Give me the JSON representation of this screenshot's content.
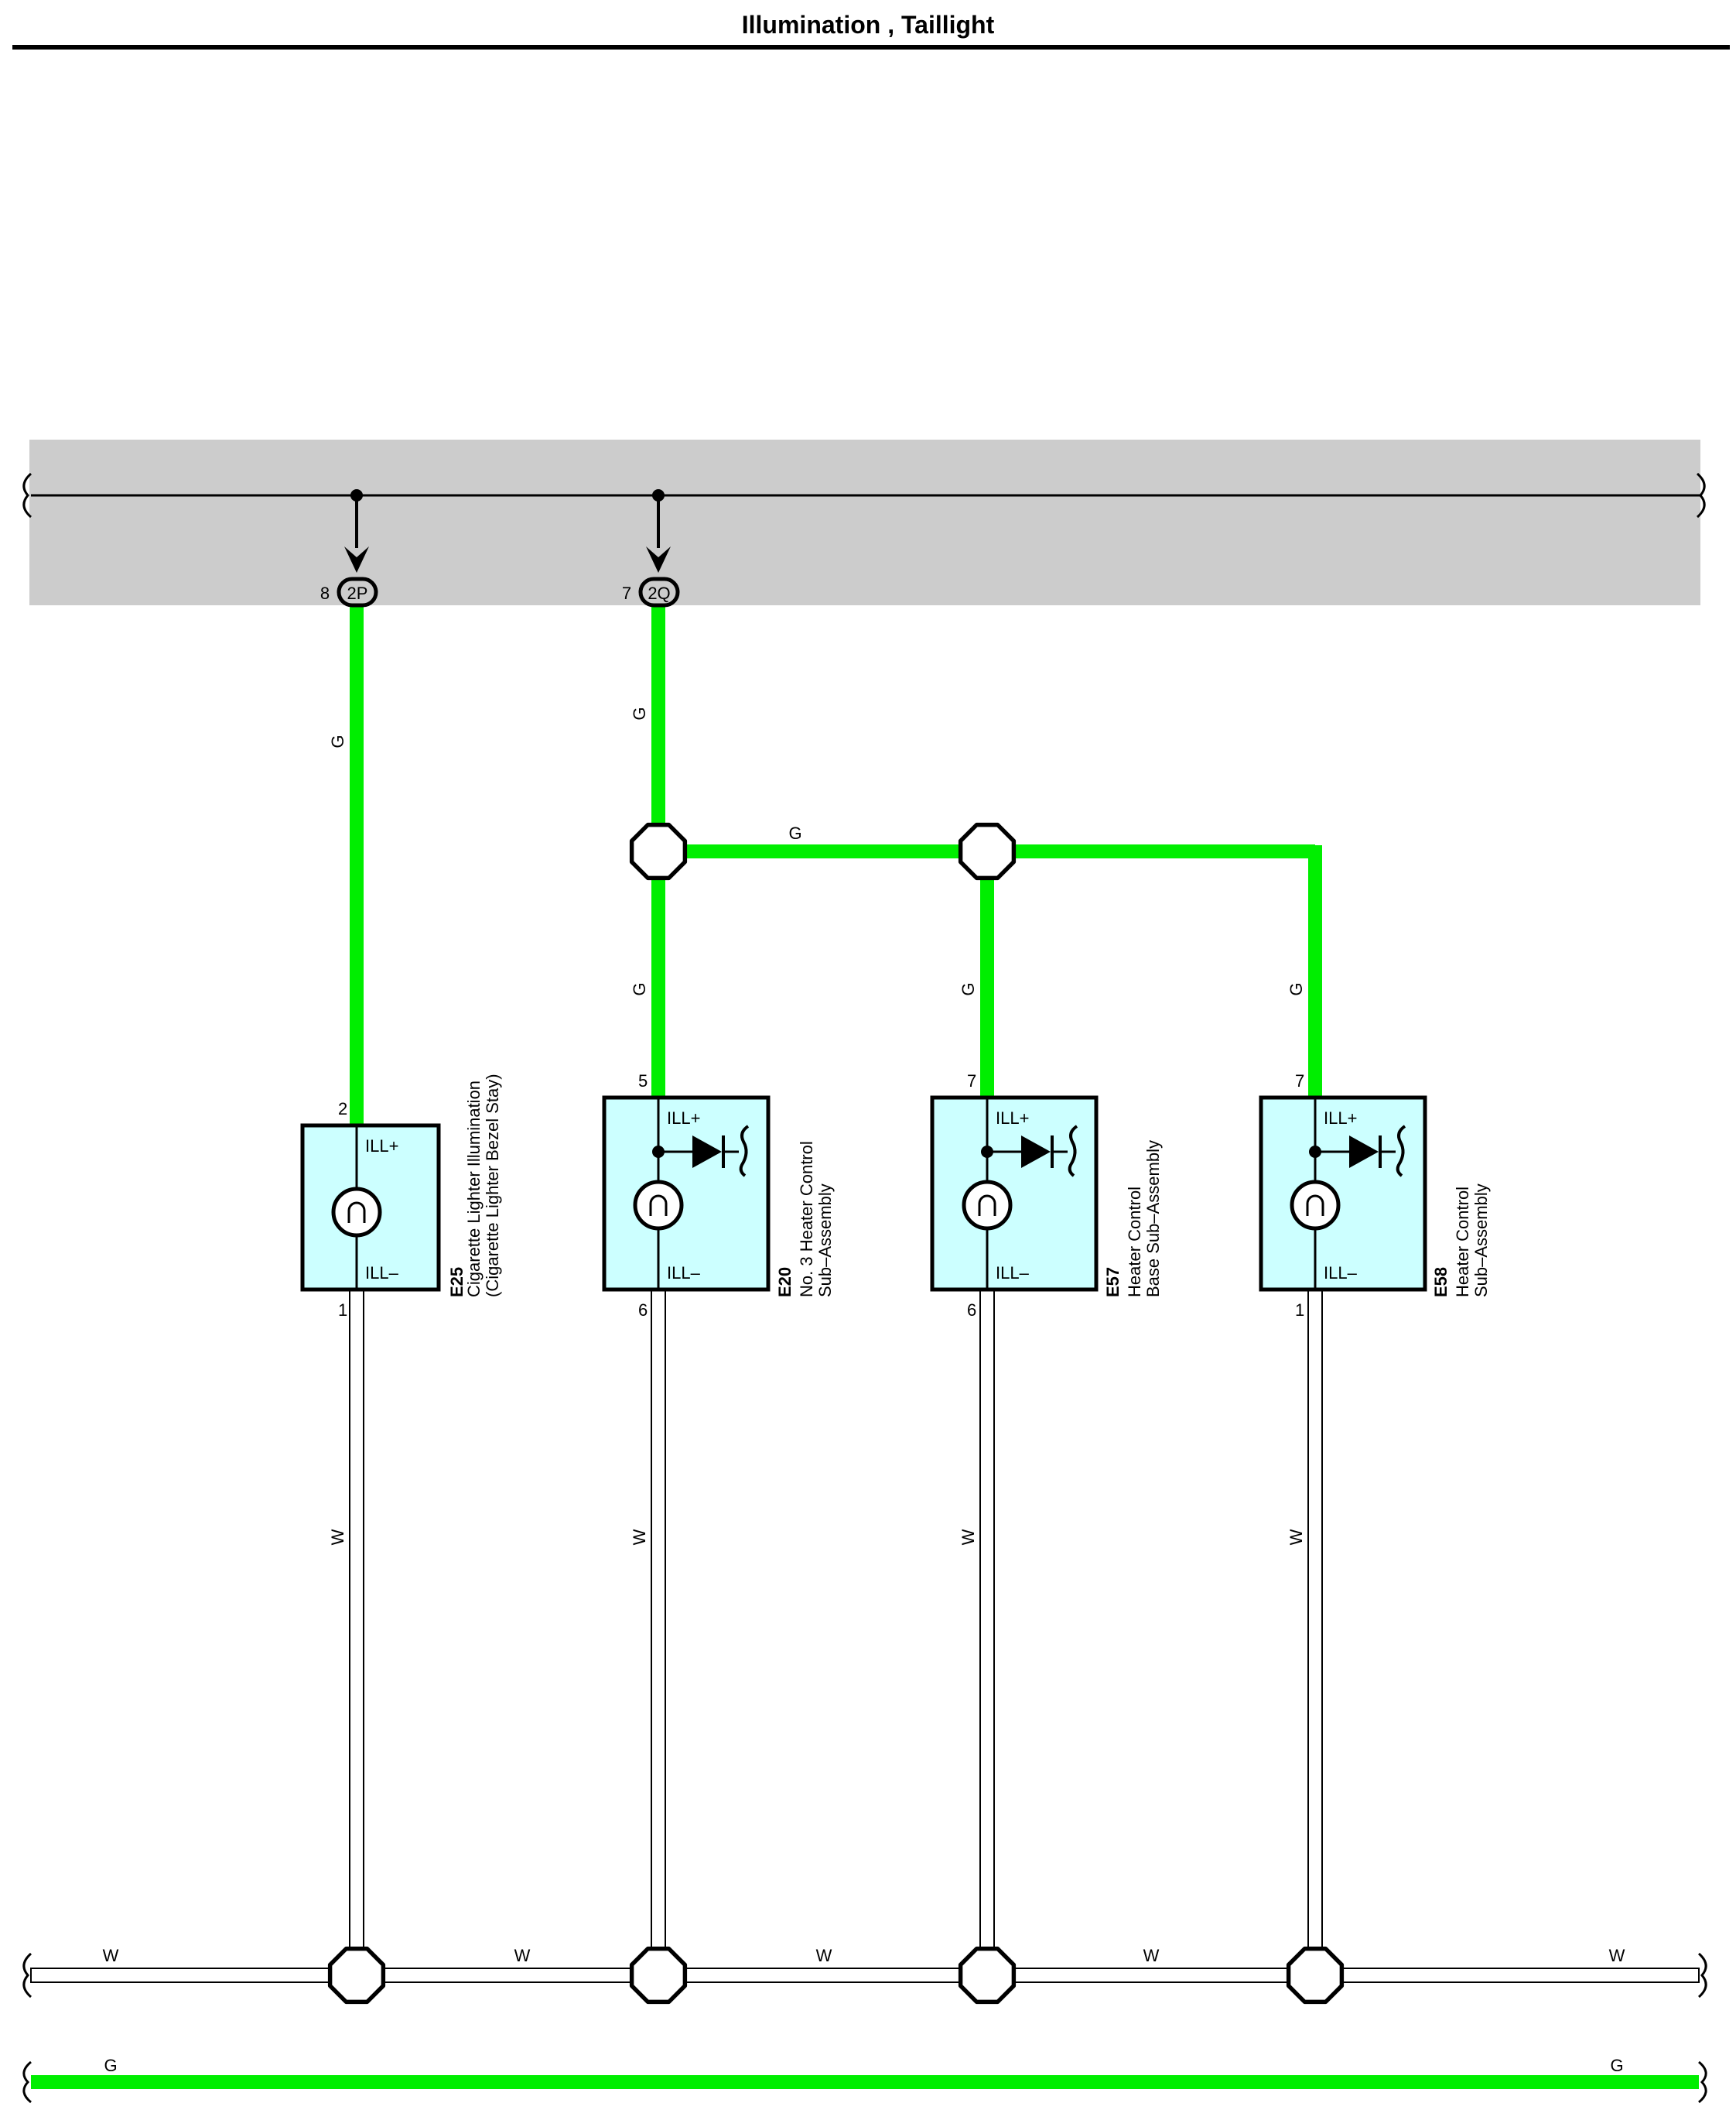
{
  "title": "Illumination , Taillight",
  "colors": {
    "wire_green": "#00ee00",
    "wire_white": "#ffffff",
    "component_fill": "#ccffff",
    "header_band": "#cccccc"
  },
  "header_connectors": [
    {
      "id": "2P",
      "pin": "8"
    },
    {
      "id": "2Q",
      "pin": "7"
    }
  ],
  "wire_labels": {
    "green": "G",
    "white": "W"
  },
  "terminal_labels": {
    "plus": "ILL+",
    "minus": "ILL–"
  },
  "components": [
    {
      "code": "E25",
      "name_line1": "Cigarette Lighter Illumination",
      "name_line2": "(Cigarette Lighter Bezel Stay)",
      "pin_top": "2",
      "pin_bottom": "1",
      "has_led": false
    },
    {
      "code": "E20",
      "name_line1": "No. 3 Heater Control",
      "name_line2": "Sub–Assembly",
      "pin_top": "5",
      "pin_bottom": "6",
      "has_led": true
    },
    {
      "code": "E57",
      "name_line1": "Heater Control",
      "name_line2": "Base Sub–Assembly",
      "pin_top": "7",
      "pin_bottom": "6",
      "has_led": true
    },
    {
      "code": "E58",
      "name_line1": "Heater Control",
      "name_line2": "Sub–Assembly",
      "pin_top": "7",
      "pin_bottom": "1",
      "has_led": true
    }
  ]
}
